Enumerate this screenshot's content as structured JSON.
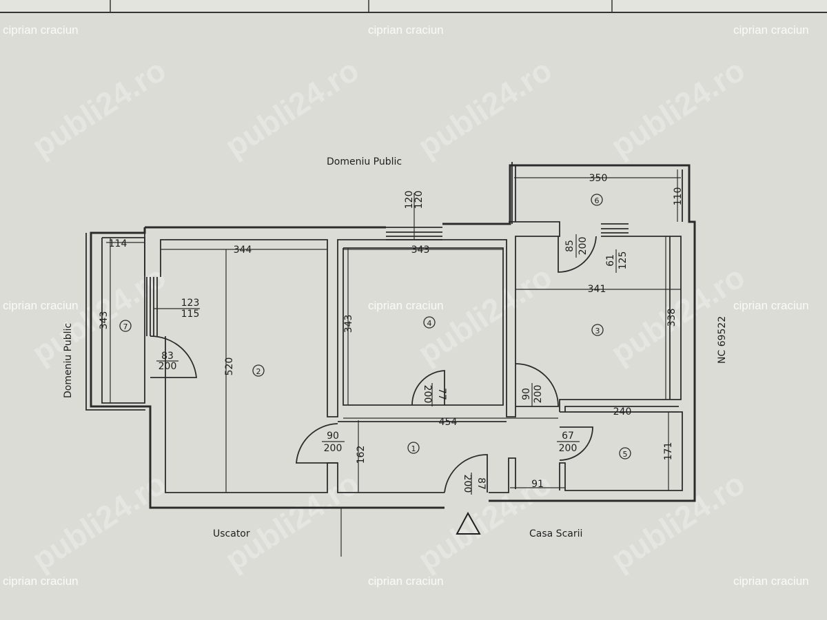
{
  "labels": {
    "top": "Domeniu Public",
    "left": "Domeniu Public",
    "bottom_left": "Uscator",
    "bottom_right": "Casa Scarii",
    "right": "NC 69522"
  },
  "rooms": [
    "1",
    "2",
    "3",
    "4",
    "5",
    "6",
    "7"
  ],
  "dimensions": {
    "d114": "114",
    "d344": "344",
    "d343_top": "343",
    "d350": "350",
    "d110": "110",
    "d341": "341",
    "d338": "338",
    "d343_left": "343",
    "d343_mid": "343",
    "d520": "520",
    "d454": "454",
    "d162": "162",
    "d240": "240",
    "d171": "171",
    "d91": "91"
  },
  "openings": {
    "win_top_a": "120",
    "win_top_b": "120",
    "w_123": "123",
    "w_115": "115",
    "d_83": "83",
    "d_200a": "200",
    "d_77": "77",
    "d_200b": "200",
    "d_90a": "90",
    "d_200c": "200",
    "d_90b": "90",
    "d_200d": "200",
    "d_67": "67",
    "d_200e": "200",
    "d_87": "87",
    "d_200f": "200",
    "d_85": "85",
    "d_200g": "200",
    "w_61": "61",
    "w_125": "125"
  },
  "watermark": {
    "author": "ciprian craciun",
    "site": "publi24.ro"
  }
}
